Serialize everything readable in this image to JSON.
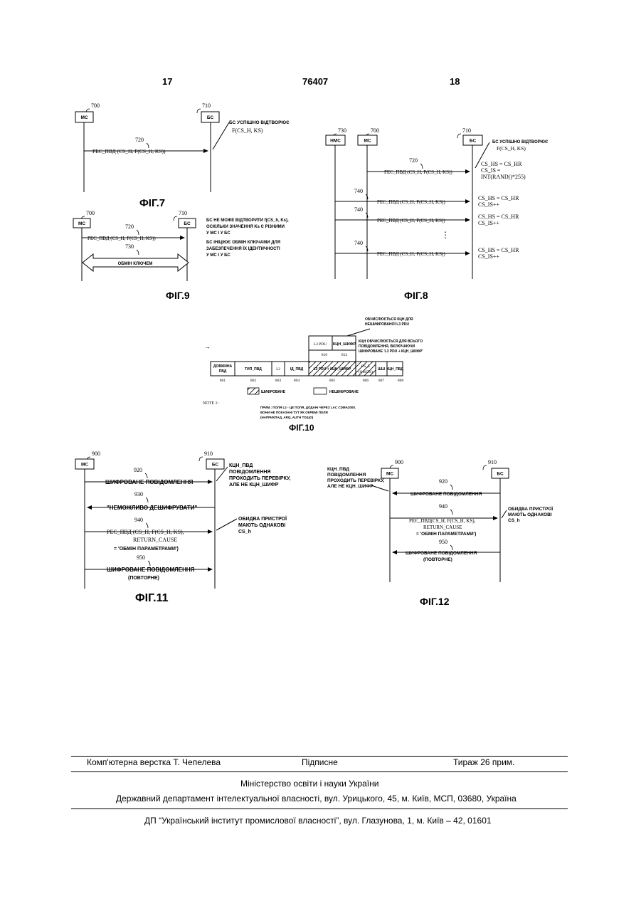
{
  "header": {
    "left_page": "17",
    "patent_number": "76407",
    "right_page": "18"
  },
  "fig7": {
    "label": "ФІГ.7",
    "ref_ms": "700",
    "ref_bs": "710",
    "ref_msg": "720",
    "ms": "МС",
    "bs": "БС",
    "msg": "РЕЄ_ПВД (CS_H, F(CS_H, KS))",
    "note_line1": "БС УСПІШНО ВІДТВОРЮЄ",
    "note_line2": "F(CS_H, KS)"
  },
  "fig9": {
    "label": "ФІГ.9",
    "ref_ms": "700",
    "ref_bs": "710",
    "ref_msg": "720",
    "ref_exchange": "730",
    "ms": "МС",
    "bs": "БС",
    "msg": "РЕЄ_ПВД (CS_H, F(CS_H, KS))",
    "exchange": "ОБМІН КЛЮЧЕМ",
    "note1": [
      "БС НЕ МОЖЕ ВІДТВОРИТИ f(CS_h, Ks),",
      "ОСКІЛЬКИ ЗНАЧЕННЯ Ks Є РІЗНИМИ",
      "У МС І У БС"
    ],
    "note2": [
      "БС ІНІЦІЮЄ ОБМІН КЛЮЧАМИ ДЛЯ",
      "ЗАБЕЗПЕЧЕННЯ ЇХ ІДЕНТИЧНОСТІ",
      "У МС І У БС"
    ]
  },
  "fig8": {
    "label": "ФІГ.8",
    "ref_hmc": "730",
    "ref_ms": "700",
    "ref_bs": "710",
    "ref_msg": "720",
    "ref_repeat": "740",
    "hmc": "НМС",
    "ms": "МС",
    "bs": "БС",
    "msg": "РЕЄ_ПВД (CS_H, F(CS_H, KS))",
    "note_line1": "БС УСПІШНО ВІДТВОРЮЄ",
    "note_line2": "F(CS_H, KS)",
    "calc1": [
      "CS_HS = CS_HR",
      "CS_IS =",
      "INT(RAND()*255)"
    ],
    "calc_repeat": [
      "CS_HS = CS_HR",
      "CS_IS++"
    ],
    "dots": "⋮"
  },
  "fig10": {
    "label": "ФІГ.10",
    "note_top": [
      "ОБЧИСЛЮЄТЬСЯ КЦН ДЛЯ",
      "НЕШИФРОВАНОЇ L3 PDU"
    ],
    "note_right": [
      "КЦН ОБЧИСЛЮЄТЬСЯ ДЛЯ ВСЬОГО",
      "ПОВІДОМЛЕННЯ, ВКЛЮЧАЮЧИ",
      "ШИФРОВАНЕ 'L3 PDU + КЦН_ШИФР'"
    ],
    "top_fields": [
      "L3 PDU",
      "КЦН_ШИФР"
    ],
    "top_refs": [
      "810",
      "812"
    ],
    "fields": [
      "ДОВЖИНА ПВД",
      "ТИП_ПВД",
      "L2",
      "ІД_ПВД",
      "L3 PDU + КЦН_ШИФР",
      "CS_L (8 BITS)",
      "ШШ",
      "КЦН_ПВД"
    ],
    "refs": [
      "801",
      "802",
      "803",
      "804",
      "805",
      "806",
      "807",
      "808"
    ],
    "legend_enc": "ШИФРОВАНЕ",
    "legend_plain": "НЕШИФРОВАНЕ",
    "note_code": "NOTE 1:",
    "note_bottom": [
      "ПРИМ.: ПОЛЯ L2 - ЦЕ ПОЛЯ, ДОДАНІ ЧЕРЕЗ LAC CDMA2000.",
      "ВОНИ НЕ ПОКАЗАНІ ТУТ ЯК ОКРЕМІ ПОЛЯ",
      "(НАПРИКЛАД, ARQ, AUTH ТОЩО)"
    ]
  },
  "fig11": {
    "label": "ФІГ.11",
    "ref_ms": "900",
    "ref_bs": "910",
    "ref_920": "920",
    "ref_930": "930",
    "ref_940": "940",
    "ref_950": "950",
    "ms": "МС",
    "bs": "БС",
    "msg1": "ШИФРОВАНЕ ПОВІДОМЛЕННЯ",
    "msg2": "\"НЕМОЖЛИВО ДЕШИФРУВАТИ\"",
    "msg3": [
      "РЕЄ_ПВД (CS_H, F(CS_H, KS),",
      "RETURN_CAUSE",
      "= 'ОБМІН ПАРАМЕТРАМИ')"
    ],
    "msg4": [
      "ШИФРОВАНЕ ПОВІДОМЛЕННЯ",
      "(ПОВТОРНЕ)"
    ],
    "note1": [
      "КЦН_ПВД",
      "ПОВІДОМЛЕННЯ",
      "ПРОХОДИТЬ ПЕРЕВІРКУ,",
      "АЛЕ НЕ КЦН_ШИФР"
    ],
    "note2": [
      "ОБИДВА ПРИСТРОЇ",
      "МАЮТЬ ОДНАКОВІ",
      "CS_h"
    ]
  },
  "fig12": {
    "label": "ФІГ.12",
    "ref_ms": "900",
    "ref_bs": "910",
    "ref_920": "920",
    "ref_940": "940",
    "ref_950": "950",
    "ms": "МС",
    "bs": "БС",
    "msg1": "ШИФРОВАНЕ ПОВІДОМЛЕННЯ",
    "msg3": [
      "РЕЄ_ПВД(CS_H, F(CS_H, KS),",
      "RETURN_CAUSE",
      "= 'ОБМІН ПАРАМЕТРАМИ')"
    ],
    "msg4": [
      "ШИФРОВАНЕ ПОВІДОМЛЕННЯ",
      "(ПОВТОРНЕ)"
    ],
    "note1": [
      "КЦН_ПВД",
      "ПОВІДОМЛЕННЯ",
      "ПРОХОДИТЬ ПЕРЕВІРКУ,",
      "АЛЕ НЕ КЦН_ШИФР"
    ],
    "note2": [
      "ОБИДВА ПРИСТРОЇ",
      "МАЮТЬ ОДНАКОВІ",
      "CS_h"
    ]
  },
  "footer": {
    "layout": "Комп'ютерна верстка Т. Чепелева",
    "signed": "Підписне",
    "print_run": "Тираж 26 прим.",
    "ministry": "Міністерство освіти і науки України",
    "department": "Державний департамент інтелектуальної власності, вул. Урицького, 45, м. Київ, МСП, 03680, Україна",
    "institute": "ДП “Український інститут промислової власності”, вул. Глазунова, 1, м. Київ – 42, 01601"
  }
}
